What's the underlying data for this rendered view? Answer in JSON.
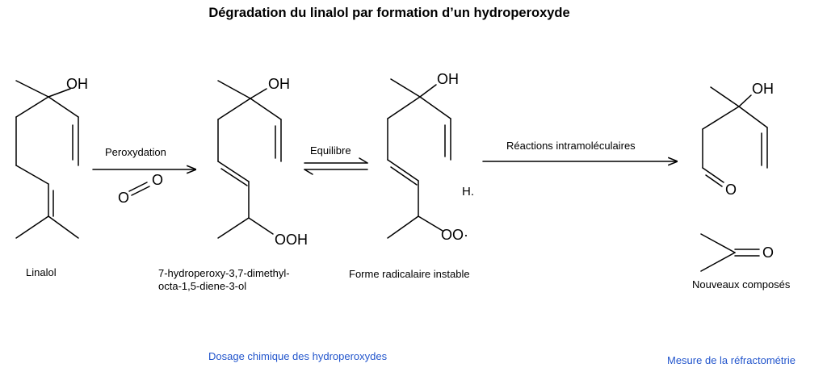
{
  "title": "Dégradation du linalol par formation d’un hydroperoxyde",
  "steps": {
    "peroxydation": "Peroxydation",
    "equilibre": "Equilibre",
    "reactions": "Réactions intramoléculaires"
  },
  "molecules": {
    "linalol": {
      "label": "Linalol",
      "oh": "OH"
    },
    "hydroperoxide": {
      "label_line1": "7-hydroperoxy-3,7-dimethyl-",
      "label_line2": "octa-1,5-diene-3-ol",
      "oh": "OH",
      "ooh": "OOH"
    },
    "radical": {
      "label": "Forme radicalaire instable",
      "oh": "OH",
      "oo": "OO·",
      "h": "H."
    },
    "products": {
      "label": "Nouveaux composés",
      "oh": "OH",
      "o_aldehyde": "O",
      "o_ketone": "O"
    },
    "oxygen": {
      "o1": "O",
      "o2": "O"
    }
  },
  "links": {
    "dosage": "Dosage chimique des hydroperoxydes",
    "refracto": "Mesure de la réfractométrie"
  }
}
